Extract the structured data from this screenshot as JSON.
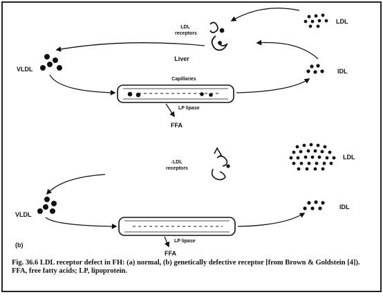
{
  "panel_a": {
    "ldl": "LDL",
    "ldl_receptors": "LDL\nreceptors",
    "liver": "Liver",
    "vldl": "VLDL",
    "idl": "IDL",
    "capillaries": "Capillaries",
    "lp_lipase": "LP lipase",
    "ffa": "FFA"
  },
  "panel_b": {
    "label": "(b)",
    "ldl": "LDL",
    "ldl_receptors": "↓LDL\nreceptors",
    "vldl": "VLDL",
    "idl": "IDL",
    "lp_lipase": "LP lipase",
    "ffa": "FFA"
  },
  "caption": {
    "fig_no": "Fig. 36.6",
    "text": "LDL receptor defect in FH: (a) normal, (b) genetically defective receptor [from Brown & Goldstein [4]). FFA, free fatty acids; LP, lipoprotein."
  },
  "colors": {
    "ink": "#111111",
    "border": "#222222",
    "background": "#ffffff"
  }
}
